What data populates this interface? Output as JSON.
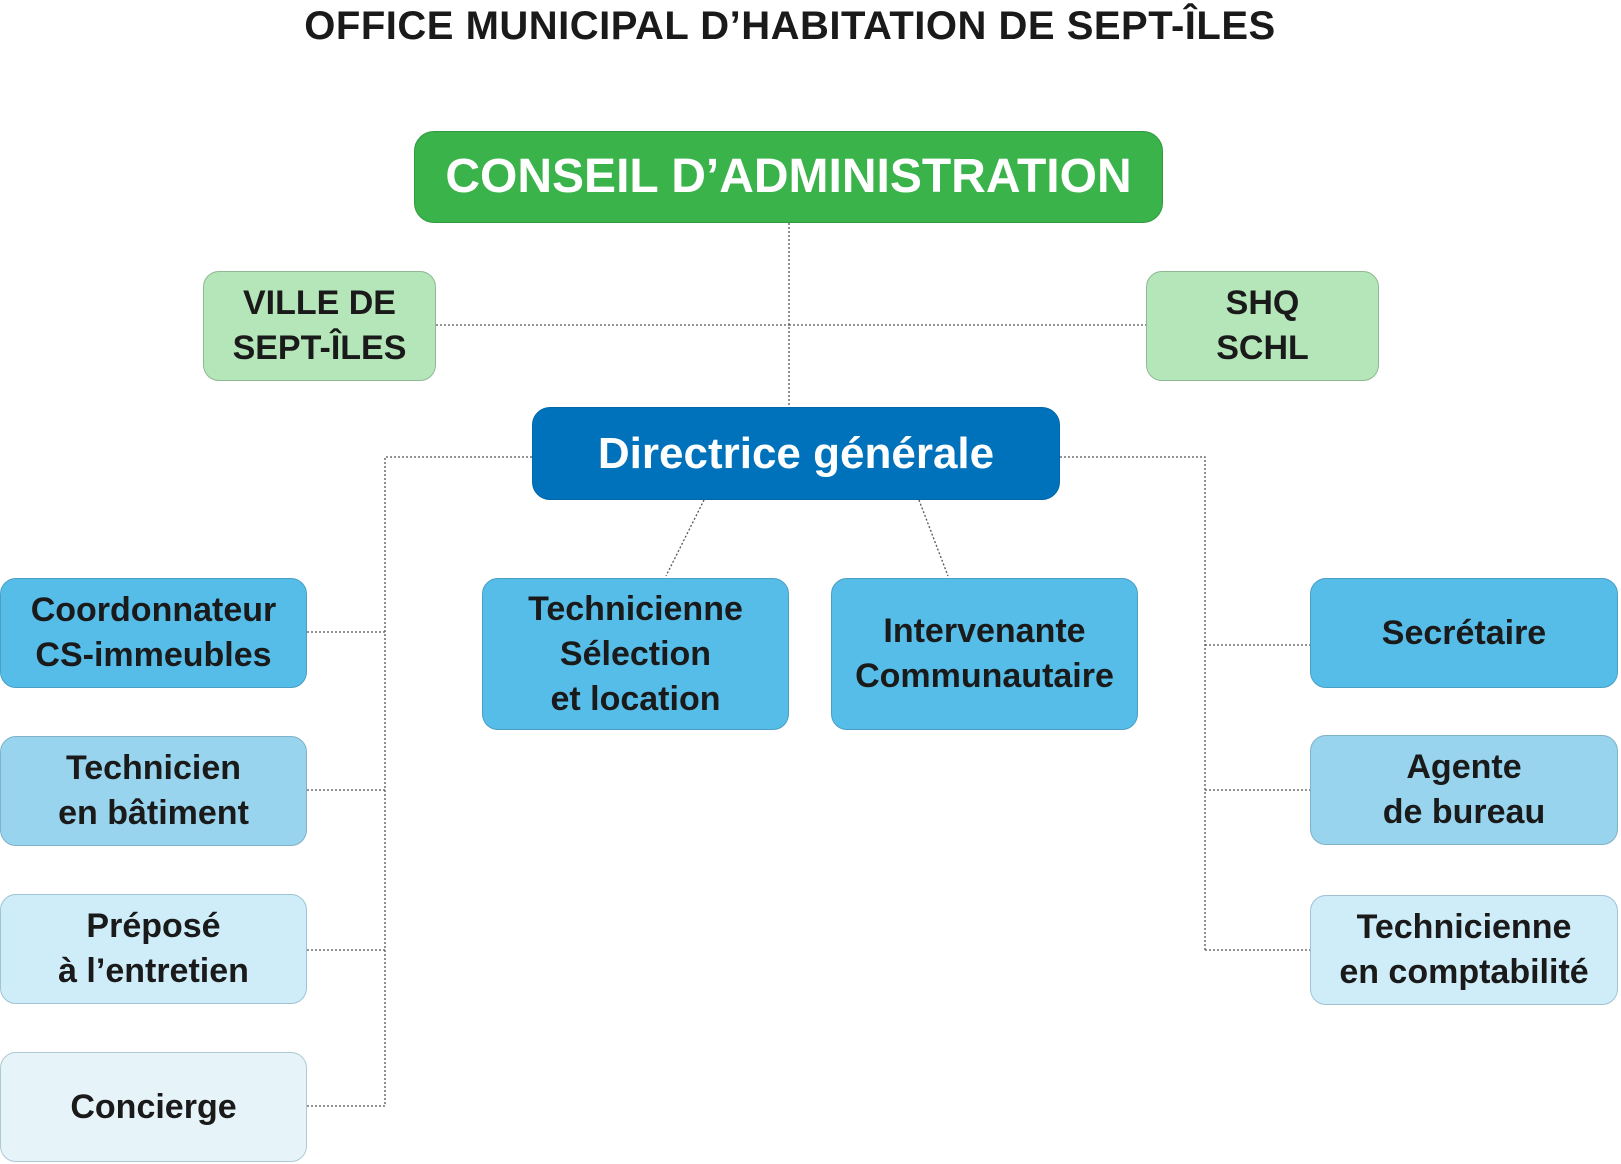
{
  "title": "OFFICE MUNICIPAL D’HABITATION DE SEPT-ÎLES",
  "colors": {
    "board": "#3ab34a",
    "director": "#0071bb",
    "partner": "#b4e6b9",
    "level1": "#56bce8",
    "level2": "#98d4ee",
    "level3": "#cfedf9",
    "level4": "#e6f4fa",
    "connector": "#555555"
  },
  "nodes": {
    "board": "CONSEIL D’ADMINISTRATION",
    "ville": "VILLE DE\nSEPT-ÎLES",
    "shq": "SHQ\nSCHL",
    "director": "Directrice générale",
    "coordonnateur": "Coordonnateur\nCS-immeubles",
    "technicien_batiment": "Technicien\nen bâtiment",
    "prepose": "Préposé\nà l’entretien",
    "concierge": "Concierge",
    "technicienne_selection": "Technicienne\nSélection\net location",
    "intervenante": "Intervenante\nCommunautaire",
    "secretaire": "Secrétaire",
    "agente": "Agente\nde bureau",
    "technicienne_comptabilite": "Technicienne\nen comptabilité"
  }
}
